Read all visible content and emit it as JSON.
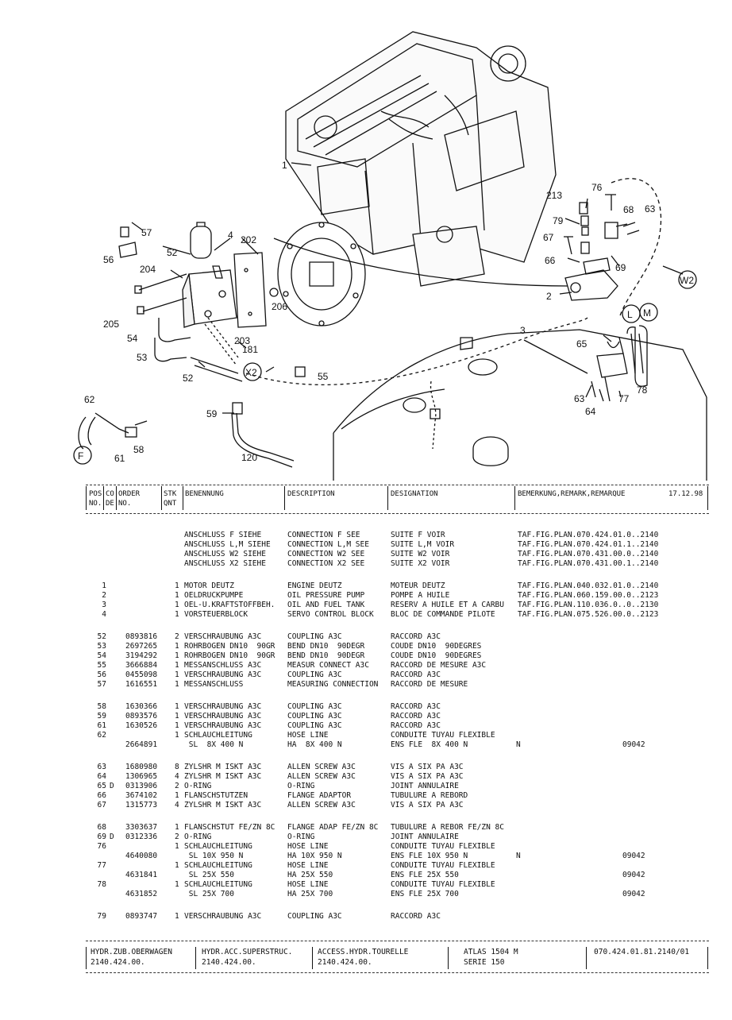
{
  "header": {
    "pos_no": "POS\nNO.",
    "code": "CO\nDE",
    "order_no": "ORDER\nNO.",
    "qty": "STK\nQNT",
    "benennung": "BENENNUNG",
    "description": "DESCRIPTION",
    "designation": "DESIGNATION",
    "remark": "BEMERKUNG,REMARK,REMARQUE",
    "date": "17.12.98"
  },
  "diagram": {
    "callouts": [
      "1",
      "2",
      "3",
      "4",
      "52",
      "53",
      "54",
      "55",
      "56",
      "57",
      "58",
      "59",
      "61",
      "62",
      "63",
      "64",
      "65",
      "66",
      "67",
      "68",
      "69",
      "76",
      "77",
      "78",
      "79",
      "120",
      "181",
      "202",
      "203",
      "204",
      "205",
      "206",
      "213",
      "52"
    ],
    "circle_labels": [
      "F",
      "X2",
      "W2",
      "L",
      "M"
    ]
  },
  "rows": [
    {
      "pos": "",
      "code": "",
      "order": "",
      "qty": "",
      "de": "ANSCHLUSS F SIEHE",
      "en": "CONNECTION F SEE",
      "fr": "SUITE F VOIR",
      "remark": "TAF.FIG.PLAN.070.424.01.0..2140",
      "extra": ""
    },
    {
      "pos": "",
      "code": "",
      "order": "",
      "qty": "",
      "de": "ANSCHLUSS L,M SIEHE",
      "en": "CONNECTION L,M SEE",
      "fr": "SUITE L,M VOIR",
      "remark": "TAF.FIG.PLAN.070.424.01.1..2140",
      "extra": ""
    },
    {
      "pos": "",
      "code": "",
      "order": "",
      "qty": "",
      "de": "ANSCHLUSS W2 SIEHE",
      "en": "CONNECTION W2 SEE",
      "fr": "SUITE W2 VOIR",
      "remark": "TAF.FIG.PLAN.070.431.00.0..2140",
      "extra": ""
    },
    {
      "pos": "",
      "code": "",
      "order": "",
      "qty": "",
      "de": "ANSCHLUSS X2 SIEHE",
      "en": "CONNECTION X2 SEE",
      "fr": "SUITE X2 VOIR",
      "remark": "TAF.FIG.PLAN.070.431.00.1..2140",
      "extra": ""
    },
    {
      "pos": "1",
      "code": "",
      "order": "",
      "qty": "1",
      "de": "MOTOR DEUTZ",
      "en": "ENGINE DEUTZ",
      "fr": "MOTEUR DEUTZ",
      "remark": "TAF.FIG.PLAN.040.032.01.0..2140",
      "extra": ""
    },
    {
      "pos": "2",
      "code": "",
      "order": "",
      "qty": "1",
      "de": "OELDRUCKPUMPE",
      "en": "OIL PRESSURE PUMP",
      "fr": "POMPE A HUILE",
      "remark": "TAF.FIG.PLAN.060.159.00.0..2123",
      "extra": ""
    },
    {
      "pos": "3",
      "code": "",
      "order": "",
      "qty": "1",
      "de": "OEL-U.KRAFTSTOFFBEH.",
      "en": "OIL AND FUEL TANK",
      "fr": "RESERV A HUILE ET A CARBU",
      "remark": "TAF.FIG.PLAN.110.036.0..0..2130",
      "extra": ""
    },
    {
      "pos": "4",
      "code": "",
      "order": "",
      "qty": "1",
      "de": "VORSTEUERBLOCK",
      "en": "SERVO CONTROL BLOCK",
      "fr": "BLOC DE COMMANDE PILOTE",
      "remark": "TAF.FIG.PLAN.075.526.00.0..2123",
      "extra": ""
    },
    {
      "pos": "52",
      "code": "",
      "order": "0893816",
      "qty": "2",
      "de": "VERSCHRAUBUNG A3C",
      "en": "COUPLING A3C",
      "fr": "RACCORD A3C",
      "remark": "",
      "extra": ""
    },
    {
      "pos": "53",
      "code": "",
      "order": "2697265",
      "qty": "1",
      "de": "ROHRBOGEN DN10  90GR",
      "en": "BEND DN10  90DEGR",
      "fr": "COUDE DN10  90DEGRES",
      "remark": "",
      "extra": ""
    },
    {
      "pos": "54",
      "code": "",
      "order": "3194292",
      "qty": "1",
      "de": "ROHRBOGEN DN10  90GR",
      "en": "BEND DN10  90DEGR",
      "fr": "COUDE DN10  90DEGRES",
      "remark": "",
      "extra": ""
    },
    {
      "pos": "55",
      "code": "",
      "order": "3666884",
      "qty": "1",
      "de": "MESSANSCHLUSS A3C",
      "en": "MEASUR CONNECT A3C",
      "fr": "RACCORD DE MESURE A3C",
      "remark": "",
      "extra": ""
    },
    {
      "pos": "56",
      "code": "",
      "order": "0455098",
      "qty": "1",
      "de": "VERSCHRAUBUNG A3C",
      "en": "COUPLING A3C",
      "fr": "RACCORD A3C",
      "remark": "",
      "extra": ""
    },
    {
      "pos": "57",
      "code": "",
      "order": "1616551",
      "qty": "1",
      "de": "MESSANSCHLUSS",
      "en": "MEASURING CONNECTION",
      "fr": "RACCORD DE MESURE",
      "remark": "",
      "extra": ""
    },
    {
      "pos": "58",
      "code": "",
      "order": "1630366",
      "qty": "1",
      "de": "VERSCHRAUBUNG A3C",
      "en": "COUPLING A3C",
      "fr": "RACCORD A3C",
      "remark": "",
      "extra": ""
    },
    {
      "pos": "59",
      "code": "",
      "order": "0893576",
      "qty": "1",
      "de": "VERSCHRAUBUNG A3C",
      "en": "COUPLING A3C",
      "fr": "RACCORD A3C",
      "remark": "",
      "extra": ""
    },
    {
      "pos": "61",
      "code": "",
      "order": "1630526",
      "qty": "1",
      "de": "VERSCHRAUBUNG A3C",
      "en": "COUPLING A3C",
      "fr": "RACCORD A3C",
      "remark": "",
      "extra": ""
    },
    {
      "pos": "62",
      "code": "",
      "order": "",
      "qty": "1",
      "de": "SCHLAUCHLEITUNG",
      "en": "HOSE LINE",
      "fr": "CONDUITE TUYAU FLEXIBLE",
      "remark": "",
      "extra": ""
    },
    {
      "pos": "",
      "code": "",
      "order": "2664891",
      "qty": "",
      "de": " SL  8X 400 N",
      "en": "HA  8X 400 N",
      "fr": "ENS FLE  8X 400 N",
      "remark": "N",
      "extra": "09042"
    },
    {
      "pos": "63",
      "code": "",
      "order": "1680980",
      "qty": "8",
      "de": "ZYLSHR M ISKT A3C",
      "en": "ALLEN SCREW A3C",
      "fr": "VIS A SIX PA A3C",
      "remark": "",
      "extra": ""
    },
    {
      "pos": "64",
      "code": "",
      "order": "1306965",
      "qty": "4",
      "de": "ZYLSHR M ISKT A3C",
      "en": "ALLEN SCREW A3C",
      "fr": "VIS A SIX PA A3C",
      "remark": "",
      "extra": ""
    },
    {
      "pos": "65",
      "code": "D",
      "order": "0313906",
      "qty": "2",
      "de": "O-RING",
      "en": "O-RING",
      "fr": "JOINT ANNULAIRE",
      "remark": "",
      "extra": ""
    },
    {
      "pos": "66",
      "code": "",
      "order": "3674102",
      "qty": "1",
      "de": "FLANSCHSTUTZEN",
      "en": "FLANGE ADAPTOR",
      "fr": "TUBULURE A REBORD",
      "remark": "",
      "extra": ""
    },
    {
      "pos": "67",
      "code": "",
      "order": "1315773",
      "qty": "4",
      "de": "ZYLSHR M ISKT A3C",
      "en": "ALLEN SCREW A3C",
      "fr": "VIS A SIX PA A3C",
      "remark": "",
      "extra": ""
    },
    {
      "pos": "68",
      "code": "",
      "order": "3303637",
      "qty": "1",
      "de": "FLANSCHSTUT FE/ZN 8C",
      "en": "FLANGE ADAP FE/ZN 8C",
      "fr": "TUBULURE A REBOR FE/ZN 8C",
      "remark": "",
      "extra": ""
    },
    {
      "pos": "69",
      "code": "D",
      "order": "0312336",
      "qty": "2",
      "de": "O-RING",
      "en": "O-RING",
      "fr": "JOINT ANNULAIRE",
      "remark": "",
      "extra": ""
    },
    {
      "pos": "76",
      "code": "",
      "order": "",
      "qty": "1",
      "de": "SCHLAUCHLEITUNG",
      "en": "HOSE LINE",
      "fr": "CONDUITE TUYAU FLEXIBLE",
      "remark": "",
      "extra": ""
    },
    {
      "pos": "",
      "code": "",
      "order": "4640080",
      "qty": "",
      "de": " SL 10X 950 N",
      "en": "HA 10X 950 N",
      "fr": "ENS FLE 10X 950 N",
      "remark": "N",
      "extra": "09042"
    },
    {
      "pos": "77",
      "code": "",
      "order": "",
      "qty": "1",
      "de": "SCHLAUCHLEITUNG",
      "en": "HOSE LINE",
      "fr": "CONDUITE TUYAU FLEXIBLE",
      "remark": "",
      "extra": ""
    },
    {
      "pos": "",
      "code": "",
      "order": "4631841",
      "qty": "",
      "de": " SL 25X 550",
      "en": "HA 25X 550",
      "fr": "ENS FLE 25X 550",
      "remark": "",
      "extra": "09042"
    },
    {
      "pos": "78",
      "code": "",
      "order": "",
      "qty": "1",
      "de": "SCHLAUCHLEITUNG",
      "en": "HOSE LINE",
      "fr": "CONDUITE TUYAU FLEXIBLE",
      "remark": "",
      "extra": ""
    },
    {
      "pos": "",
      "code": "",
      "order": "4631852",
      "qty": "",
      "de": " SL 25X 700",
      "en": "HA 25X 700",
      "fr": "ENS FLE 25X 700",
      "remark": "",
      "extra": "09042"
    },
    {
      "pos": "79",
      "code": "",
      "order": "0893747",
      "qty": "1",
      "de": "VERSCHRAUBUNG A3C",
      "en": "COUPLING A3C",
      "fr": "RACCORD A3C",
      "remark": "",
      "extra": ""
    }
  ],
  "footer": {
    "de": "HYDR.ZUB.OBERWAGEN",
    "de_no": "2140.424.00.",
    "en": "HYDR.ACC.SUPERSTRUC.",
    "en_no": "2140.424.00.",
    "fr": "ACCESS.HYDR.TOURELLE",
    "fr_no": "2140.424.00.",
    "model": "ATLAS 1504 M",
    "serie": "SERIE 150",
    "doc_no": "070.424.01.81.2140/01"
  }
}
